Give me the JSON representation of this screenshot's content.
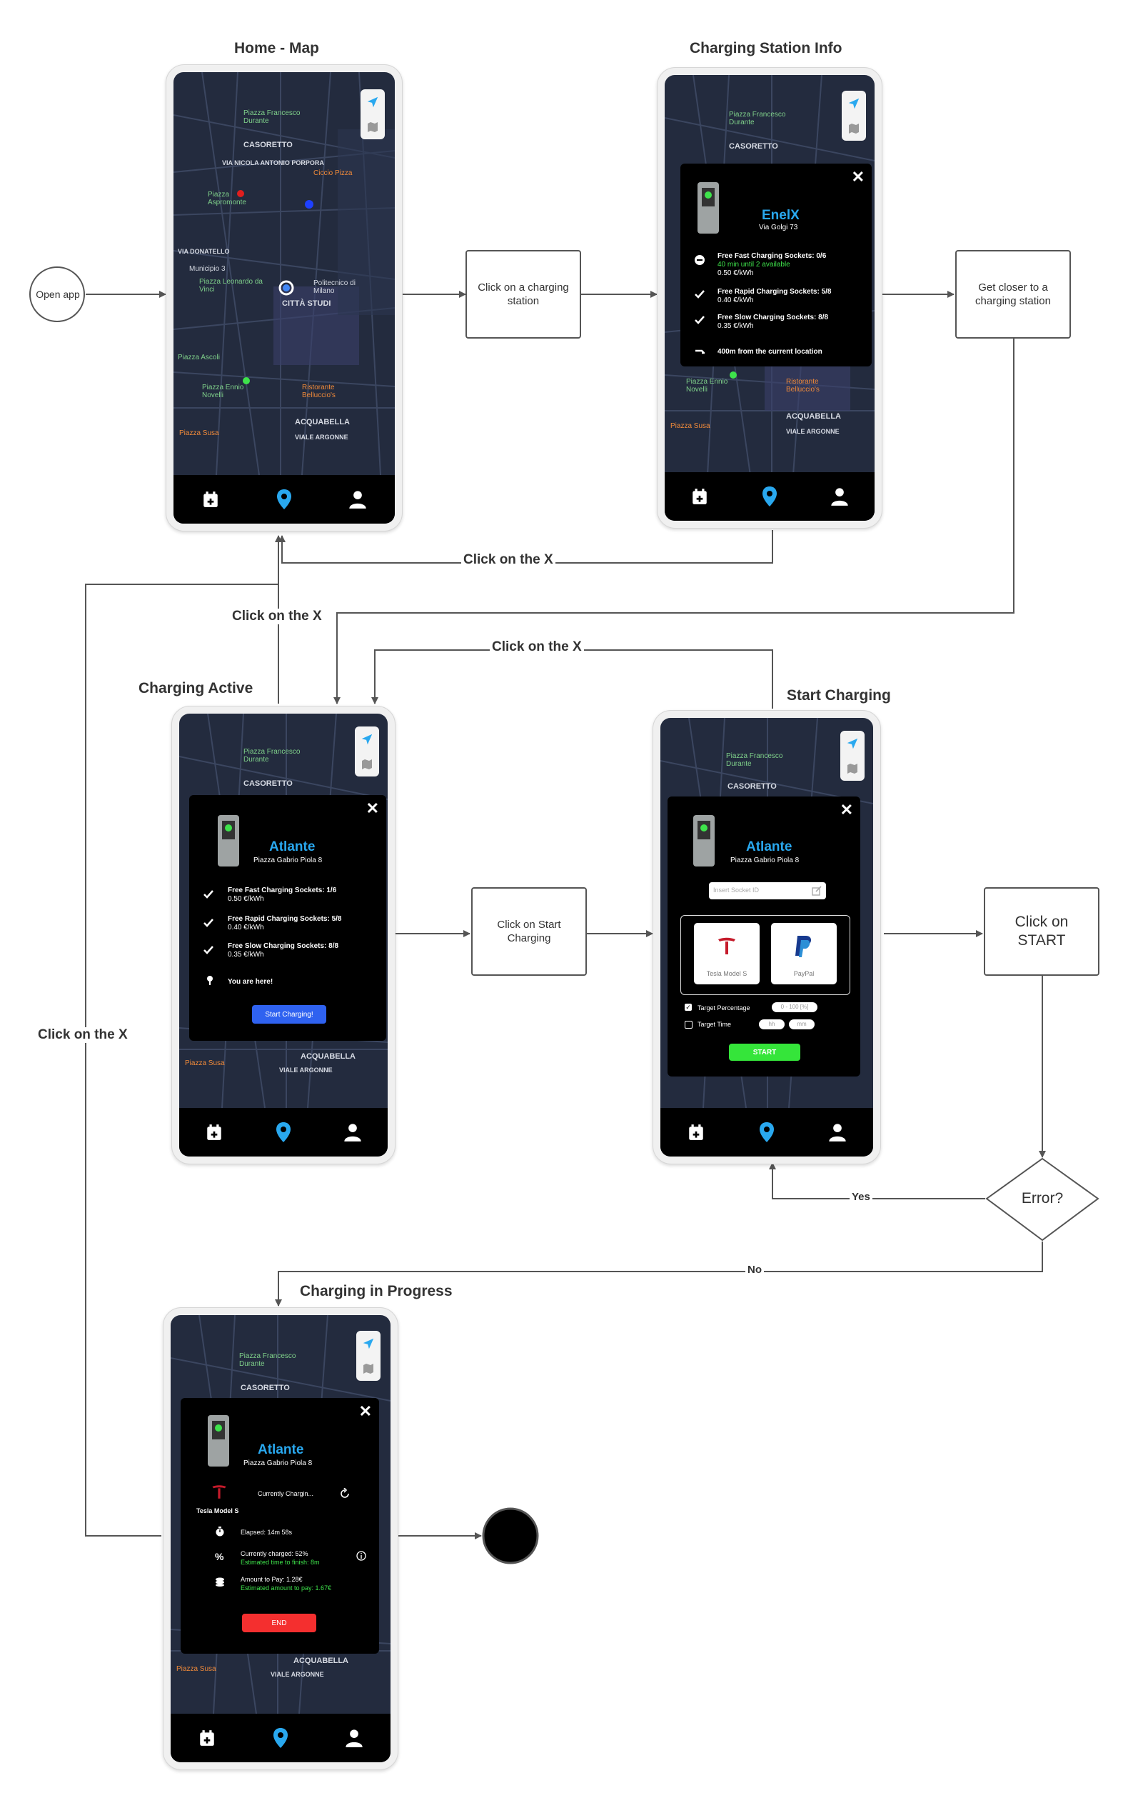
{
  "titles": {
    "home": "Home - Map",
    "info": "Charging Station Info",
    "active": "Charging Active",
    "start": "Start Charging",
    "progress": "Charging in Progress"
  },
  "nodes": {
    "open_app": "Open app",
    "click_station": "Click on a charging station",
    "get_closer": "Get closer to a charging station",
    "click_start_charging": "Click on Start Charging",
    "click_start": "Click on START",
    "error": "Error?"
  },
  "edges": {
    "x1": "Click on the X",
    "x2": "Click on the X",
    "x3": "Click on the X",
    "x4": "Click on the X",
    "yes": "Yes",
    "no": "No"
  },
  "map": {
    "piazza_francesco": "Piazza Francesco",
    "durante": "Durante",
    "casoretto": "CASORETTO",
    "via_nicola": "VIA NICOLA ANTONIO PORPORA",
    "ciccio_pizza": "Ciccio Pizza",
    "piazza_aspromonte": "Piazza Aspromonte",
    "via_donatello": "VIA DONATELLO",
    "municipio": "Municipio 3",
    "piazza_leonardo": "Piazza Leonardo da Vinci",
    "politecnico": "Politecnico di Milano",
    "citta_studi": "CITTÀ STUDI",
    "piazza_ascoli": "Piazza Ascoli",
    "piazza_novelli": "Piazza Ennio Novelli",
    "ristorante": "Ristorante Belluccio's",
    "acquabella": "ACQUABELLA",
    "viale_argonne": "VIALE ARGONNE",
    "piazza_susa": "Piazza Susa"
  },
  "info_popup": {
    "name": "EnelX",
    "address": "Via Golgi 73",
    "fast": "Free Fast Charging Sockets: 0/6",
    "fast_note": "40 min until 2 available",
    "fast_price": "0.50 €/kWh",
    "rapid": "Free Rapid Charging Sockets: 5/8",
    "rapid_price": "0.40 €/kWh",
    "slow": "Free Slow Charging Sockets: 8/8",
    "slow_price": "0.35 €/kWh",
    "distance": "400m from the current location"
  },
  "active_popup": {
    "name": "Atlante",
    "address": "Piazza Gabrio Piola 8",
    "fast": "Free Fast Charging Sockets: 1/6",
    "fast_price": "0.50 €/kWh",
    "rapid": "Free Rapid Charging Sockets: 5/8",
    "rapid_price": "0.40 €/kWh",
    "slow": "Free Slow Charging Sockets: 8/8",
    "slow_price": "0.35 €/kWh",
    "here": "You are here!",
    "button": "Start Charging!"
  },
  "start_popup": {
    "name": "Atlante",
    "address": "Piazza Gabrio Piola 8",
    "socket_placeholder": "Insert Socket ID",
    "car": "Tesla Model S",
    "pay": "PayPal",
    "target_pct": "Target Percentage",
    "pct_field": "0 - 100 [%]",
    "target_time": "Target Time",
    "hh": "hh",
    "mm": "mm",
    "button": "START"
  },
  "progress_popup": {
    "name": "Atlante",
    "address": "Piazza Gabrio Piola 8",
    "status": "Currently Chargin...",
    "car": "Tesla Model S",
    "elapsed": "Elapsed: 14m 58s",
    "charged": "Currently charged: 52%",
    "finish": "Estimated time to finish: 8m",
    "amount": "Amount to Pay: 1.28€",
    "est_amount": "Estimated amount to pay: 1.67€",
    "button": "END"
  },
  "colors": {
    "accent_blue": "#29a8ef",
    "green": "#3ee34b",
    "red": "#f42f2f",
    "button_blue": "#2f62f0"
  }
}
